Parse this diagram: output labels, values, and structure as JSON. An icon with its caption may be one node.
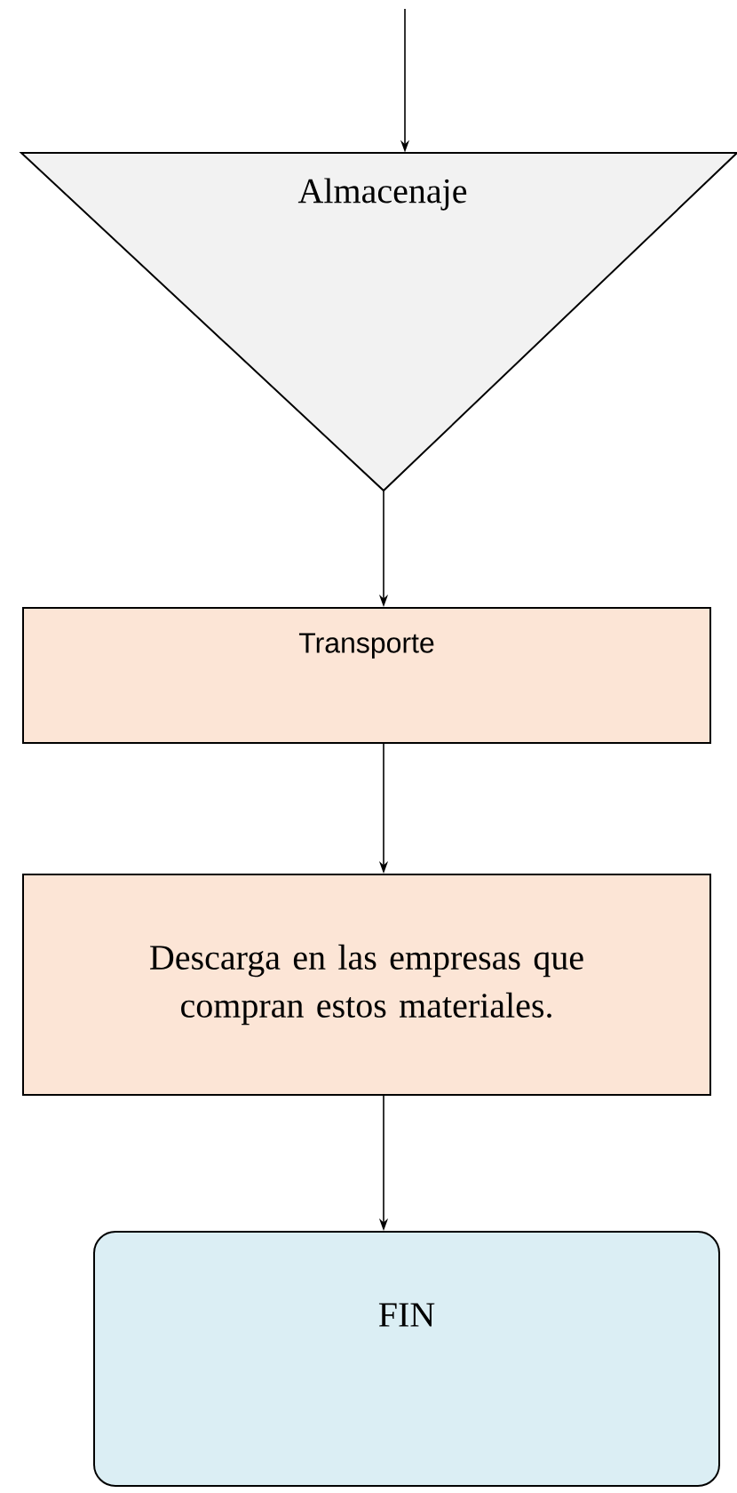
{
  "diagram": {
    "nodes": [
      {
        "text": [
          "Almacenaje"
        ]
      },
      {
        "text": [
          "Transporte"
        ]
      },
      {
        "text": [
          "Descarga en las empresas que compran estos materiales."
        ]
      },
      {
        "text": [
          "FIN"
        ]
      }
    ],
    "edges": [
      {
        "from": null,
        "to": 0,
        "arrow": "to"
      },
      {
        "from": 0,
        "to": 1,
        "arrow": "to"
      },
      {
        "from": 1,
        "to": 2,
        "arrow": "to"
      },
      {
        "from": 2,
        "to": 3,
        "arrow": "to"
      }
    ]
  }
}
